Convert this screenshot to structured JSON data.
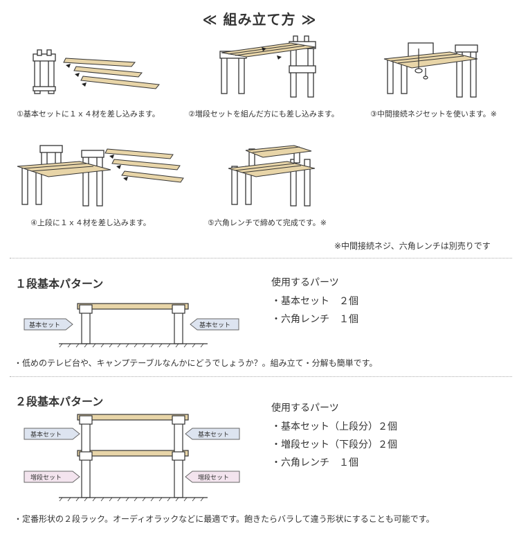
{
  "title": "≪ 組み立て方 ≫",
  "steps": [
    {
      "caption": "①基本セットに１ｘ４材を差し込みます。"
    },
    {
      "caption": "②増段セットを組んだ方にも差し込みます。"
    },
    {
      "caption": "③中間接続ネジセットを使います。※"
    },
    {
      "caption": "④上段に１ｘ４材を差し込みます。"
    },
    {
      "caption": "⑤六角レンチで締めて完成です。※"
    }
  ],
  "note": "※中間接続ネジ、六角レンチは別売りです",
  "pattern1": {
    "title": "１段基本パターン",
    "parts_heading": "使用するパーツ",
    "parts": [
      "・基本セット　２個",
      "・六角レンチ　１個"
    ],
    "tag_left": "基本セット",
    "tag_right": "基本セット",
    "description": "・低めのテレビ台や、キャンプテーブルなんかにどうでしょうか？。組み立て・分解も簡単です。"
  },
  "pattern2": {
    "title": "２段基本パターン",
    "parts_heading": "使用するパーツ",
    "parts": [
      "・基本セット（上段分）２個",
      "・増段セット（下段分）２個",
      "・六角レンチ　１個"
    ],
    "tag_top_left": "基本セット",
    "tag_top_right": "基本セット",
    "tag_bottom_left": "増段セット",
    "tag_bottom_right": "増段セット",
    "description": "・定番形状の２段ラック。オーディオラックなどに最適です。飽きたらバラして違う形状にすることも可能です。"
  },
  "colors": {
    "wood": "#e8d5a8",
    "frame": "#ffffff",
    "stroke": "#333333",
    "tag_blue": "#dde4f0",
    "tag_pink": "#f3e4ee"
  }
}
